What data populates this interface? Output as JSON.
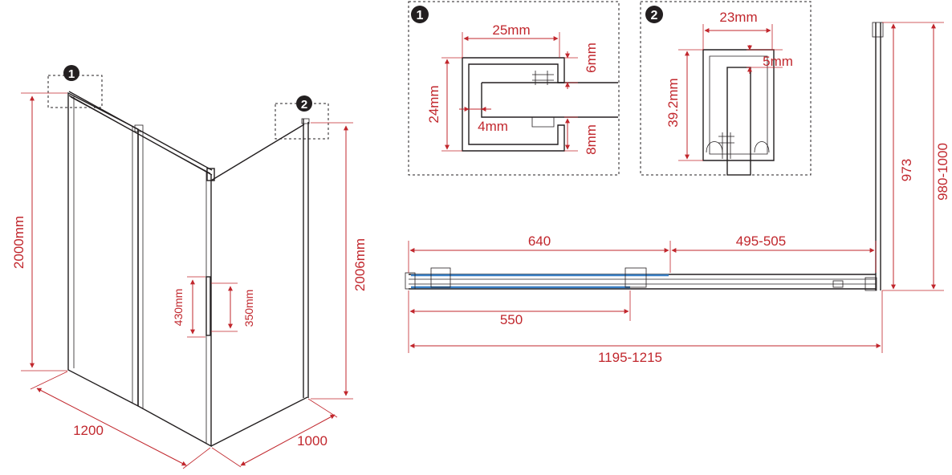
{
  "colors": {
    "dimension": "#c1272d",
    "line": "#231f20",
    "glass_blue": "#3a7fc4"
  },
  "badges": {
    "detail_1": "1",
    "detail_2": "2"
  },
  "detail_1": {
    "width_top": "25mm",
    "height_left": "24mm",
    "gap_top_right": "6mm",
    "inner_gap": "4mm",
    "gap_bottom_right": "8mm"
  },
  "detail_2": {
    "width_top": "23mm",
    "gap_top": "5mm",
    "height_left": "39.2mm"
  },
  "iso_view": {
    "height_left": "2000mm",
    "height_right": "2006mm",
    "width_front": "1200",
    "depth_side": "1000",
    "handle_outer": "430mm",
    "handle_inner": "350mm"
  },
  "plan_view": {
    "sliding_panel": "640",
    "fixed_range": "495-505",
    "door_opening": "550",
    "total_width": "1195-1215",
    "side_panel": "973",
    "side_range": "980-1000"
  }
}
